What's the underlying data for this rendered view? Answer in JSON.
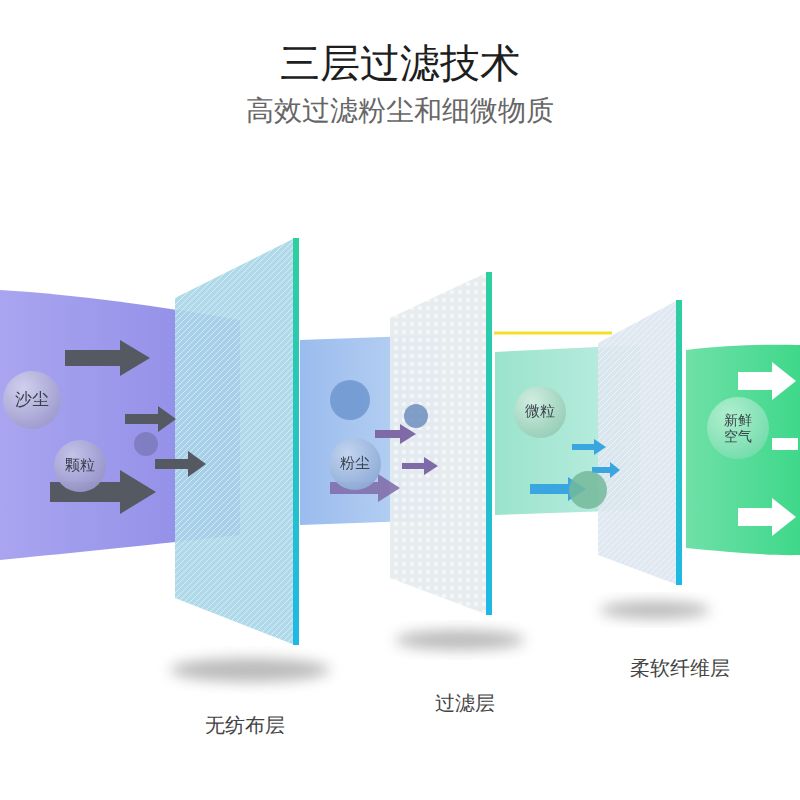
{
  "diagram": {
    "title": "三层过滤技术",
    "nodes": [
      {
        "text": [
          "沙尘"
        ]
      },
      {
        "text": [
          "颗粒"
        ]
      },
      {
        "text": [
          "粉尘"
        ]
      },
      {
        "text": [
          "微粒"
        ]
      },
      {
        "text": [
          "新鲜 空气"
        ]
      }
    ],
    "labels": [
      "高效过滤粉尘和细微物质",
      "无纺布层",
      "过滤层",
      "柔软纤维层"
    ]
  }
}
